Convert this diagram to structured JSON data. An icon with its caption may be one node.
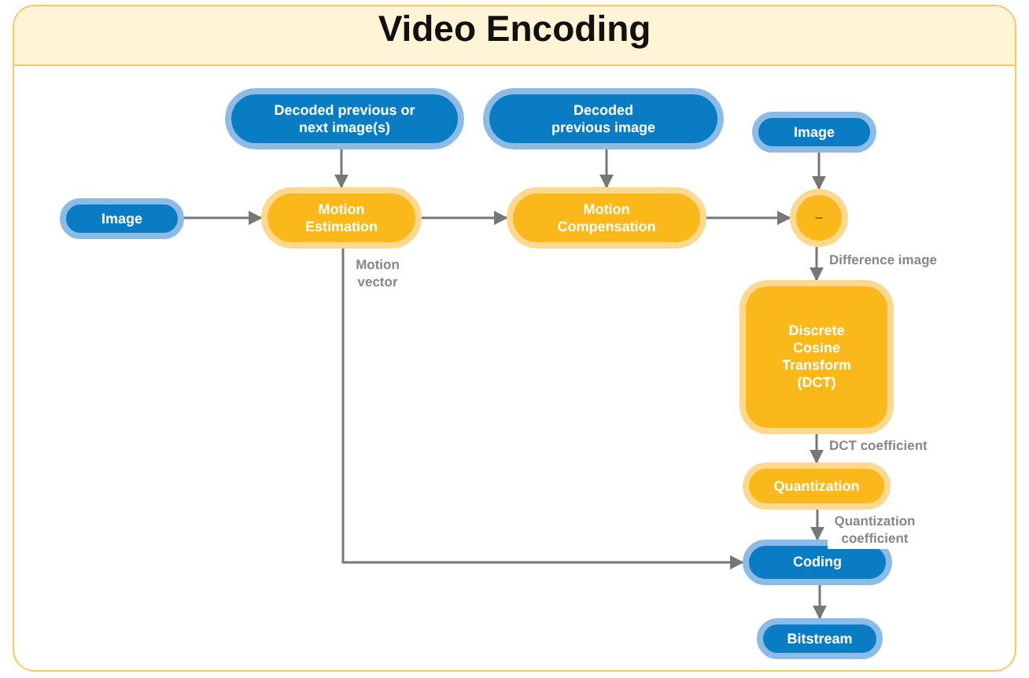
{
  "diagram": {
    "title": "Video Encoding",
    "nodes": [
      {
        "text": [
          "Decoded previous or next image(s)"
        ]
      },
      {
        "text": [
          "Decoded previous image"
        ]
      },
      {
        "text": [
          "Image"
        ]
      },
      {
        "text": [
          "Image"
        ]
      },
      {
        "text": [
          "Motion Estimation"
        ]
      },
      {
        "text": [
          "Motion Compensation"
        ]
      },
      {
        "text": [
          "–"
        ]
      },
      {
        "text": [
          "Discrete Cosine Transform (DCT)"
        ]
      },
      {
        "text": [
          "Quantization"
        ]
      },
      {
        "text": [
          "Coding"
        ]
      },
      {
        "text": [
          "Bitstream"
        ]
      }
    ],
    "edges": [
      {
        "from": 0,
        "to": 4,
        "arrow": "to"
      },
      {
        "from": 1,
        "to": 5,
        "arrow": "to"
      },
      {
        "from": 2,
        "to": 6,
        "arrow": "to"
      },
      {
        "from": 3,
        "to": 4,
        "arrow": "to"
      },
      {
        "from": 4,
        "to": 5,
        "arrow": "to"
      },
      {
        "from": 5,
        "to": 6,
        "arrow": "to"
      },
      {
        "from": 6,
        "to": 7,
        "arrow": "to",
        "label": "Difference image"
      },
      {
        "from": 7,
        "to": 8,
        "arrow": "to",
        "label": "DCT coefficient"
      },
      {
        "from": 8,
        "to": 9,
        "arrow": "to",
        "label": "Quantization coefficient"
      },
      {
        "from": 4,
        "to": 9,
        "arrow": "to",
        "label": "Motion vector"
      },
      {
        "from": 9,
        "to": 10,
        "arrow": "to"
      }
    ]
  }
}
